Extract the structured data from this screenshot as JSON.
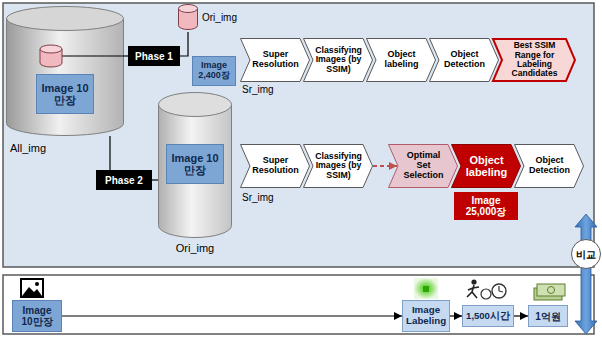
{
  "diagram": {
    "nodes": [
      {
        "text": [
          "All_img"
        ]
      },
      {
        "text": [
          "Image 10만장"
        ],
        "in": 0
      },
      {
        "text": [
          "Phase 1"
        ]
      },
      {
        "text": [
          "Ori_img"
        ]
      },
      {
        "text": [
          "Image 2,400장"
        ]
      },
      {
        "text": [
          "Super Resolution"
        ]
      },
      {
        "text": [
          "Classifying Images (by SSIM)"
        ]
      },
      {
        "text": [
          "Object labeling"
        ]
      },
      {
        "text": [
          "Object Detection"
        ]
      },
      {
        "text": [
          "Best SSIM Range for Labeling Candidates"
        ]
      },
      {
        "text": [
          "Phase 2"
        ]
      },
      {
        "text": [
          "Ori_img"
        ]
      },
      {
        "text": [
          "Image 10만장"
        ],
        "in": 11
      },
      {
        "text": [
          "Super Resolution"
        ]
      },
      {
        "text": [
          "Classifying Images (by SSIM)"
        ]
      },
      {
        "text": [
          "Optimal Set Selection"
        ]
      },
      {
        "text": [
          "Object labeling"
        ]
      },
      {
        "text": [
          "Object Detection"
        ]
      },
      {
        "text": [
          "Image 25,000장"
        ]
      },
      {
        "text": [
          "Image 10만장"
        ]
      },
      {
        "text": [
          "Image Labeling"
        ]
      },
      {
        "text": [
          "1,500시간"
        ]
      },
      {
        "text": [
          "1억원"
        ]
      },
      {
        "text": [
          "비교"
        ]
      }
    ],
    "edges": [
      {
        "from": 0,
        "to": 2,
        "arrow": "none"
      },
      {
        "from": 2,
        "to": 3,
        "arrow": "none"
      },
      {
        "from": 0,
        "to": 10,
        "arrow": "none"
      },
      {
        "from": 10,
        "to": 11,
        "arrow": "none"
      },
      {
        "from": 14,
        "to": 15,
        "arrow": "to"
      },
      {
        "from": 19,
        "to": 20,
        "arrow": "to"
      },
      {
        "from": 20,
        "to": 21,
        "arrow": "to"
      },
      {
        "from": 21,
        "to": 22,
        "arrow": "to"
      }
    ],
    "labels": [
      "Sr_img",
      "Sr_img"
    ]
  }
}
